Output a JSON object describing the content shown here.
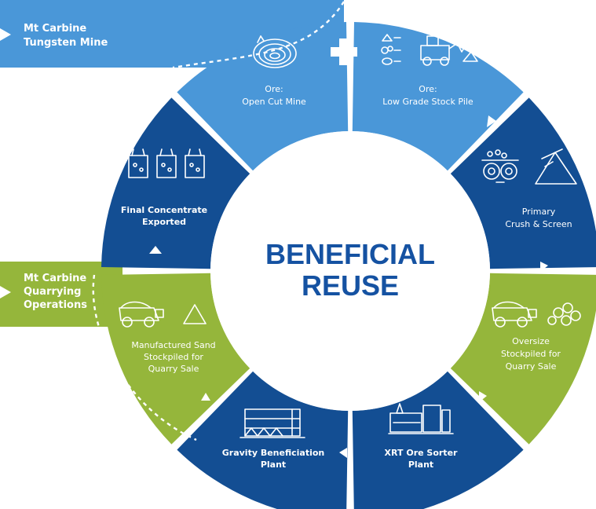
{
  "colors": {
    "light_blue": "#4a97d8",
    "dark_blue": "#134e93",
    "green": "#95b63b",
    "center_text": "#1552a2",
    "white": "#ffffff"
  },
  "center": {
    "line1": "BENEFICIAL",
    "line2": "REUSE"
  },
  "tabs": {
    "mine": {
      "line1": "Mt Carbine",
      "line2": "Tungsten Mine"
    },
    "quarry": {
      "line1": "Mt Carbine",
      "line2": "Quarrying",
      "line3": "Operations"
    }
  },
  "segments": {
    "open_cut": {
      "line1": "Ore:",
      "line2": "Open Cut Mine",
      "icon": "open-pit-icon"
    },
    "stock_pile": {
      "line1": "Ore:",
      "line2": "Low Grade Stock Pile",
      "icon": "loader-icon"
    },
    "crush": {
      "line1": "Primary",
      "line2": "Crush & Screen",
      "icon": "crusher-icon"
    },
    "oversize": {
      "line1": "Oversize",
      "line2": "Stockpiled for",
      "line3": "Quarry Sale",
      "icon": "haul-truck-icon"
    },
    "xrt": {
      "line1": "XRT Ore Sorter",
      "line2": "Plant",
      "icon": "sorter-plant-icon"
    },
    "gravity": {
      "line1": "Gravity Beneficiation",
      "line2": "Plant",
      "icon": "gravity-plant-icon"
    },
    "sand": {
      "line1": "Manufactured Sand",
      "line2": "Stockpiled for",
      "line3": "Quarry Sale",
      "icon": "haul-truck-icon"
    },
    "concentrate": {
      "line1": "Final Concentrate",
      "line2": "Exported",
      "icon": "bulk-bags-icon"
    }
  }
}
